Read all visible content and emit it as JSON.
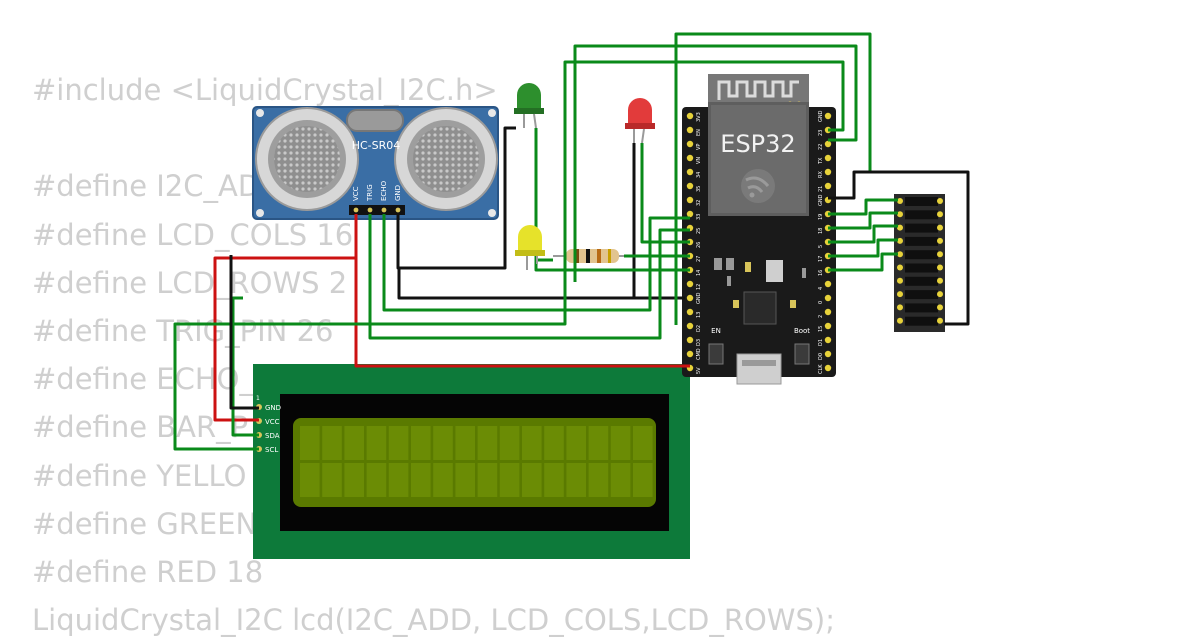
{
  "code_lines": [
    "#include <LiquidCrystal_I2C.h>",
    "",
    "#define I2C_ADD",
    "#define LCD_COLS 16",
    "#define LCD_ROWS 2",
    "#define TRIG_PIN 26",
    "#define ECHO_",
    "#define BAR_P",
    "#define YELLO",
    "#define GREEN",
    "#define RED 18",
    "LiquidCrystal_I2C lcd(I2C_ADD, LCD_COLS,LCD_ROWS);"
  ],
  "sensor": {
    "name": "HC-SR04",
    "pins": [
      "VCC",
      "TRIG",
      "ECHO",
      "GND"
    ]
  },
  "board": {
    "name": "ESP32",
    "left_pins": [
      "3V3",
      "EN",
      "VP",
      "VN",
      "34",
      "35",
      "32",
      "33",
      "25",
      "26",
      "27",
      "14",
      "12",
      "GND",
      "13",
      "D2",
      "D3",
      "CMD",
      "5V"
    ],
    "right_pins": [
      "GND",
      "23",
      "22",
      "TX",
      "RX",
      "21",
      "GND",
      "19",
      "18",
      "5",
      "17",
      "16",
      "4",
      "0",
      "2",
      "15",
      "D1",
      "D0",
      "CLK"
    ],
    "button_left": "EN",
    "button_right": "Boot"
  },
  "lcd": {
    "pin_index": "1",
    "pins": [
      "GND",
      "VCC",
      "SDA",
      "SCL"
    ],
    "cols": 16,
    "rows": 2
  },
  "colors": {
    "wire_green": "#0a8a1a",
    "wire_red": "#cc1111",
    "wire_black": "#111111",
    "sensor_blue": "#3a6ea5",
    "lcd_board": "#0d7a3a",
    "lcd_screen": "#5a7a00",
    "esp_board": "#1a1a1a"
  }
}
